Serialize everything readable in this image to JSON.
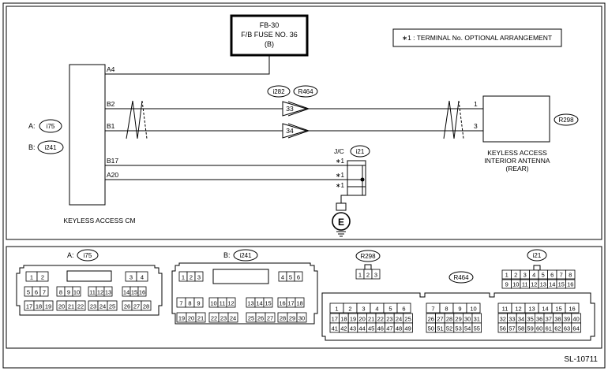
{
  "fuse": {
    "line1": "FB-30",
    "line2": "F/B FUSE NO. 36",
    "line3": "(B)"
  },
  "note": "∗1 : TERMINAL No. OPTIONAL ARRANGEMENT",
  "cm": {
    "label": "KEYLESS ACCESS CM",
    "conn_a_prefix": "A:",
    "conn_a": "i75",
    "conn_b_prefix": "B:",
    "conn_b": "i241",
    "pins": {
      "a4": "A4",
      "b2": "B2",
      "b1": "B1",
      "b17": "B17",
      "a20": "A20"
    }
  },
  "joint_connectors": {
    "i282": "i282",
    "r464": "R464",
    "pin33": "33",
    "pin34": "34"
  },
  "jc": {
    "label": "J/C",
    "conn": "i21",
    "star1": "∗1",
    "star2": "∗1",
    "star3": "∗1"
  },
  "ground": {
    "label": "E"
  },
  "antenna": {
    "line1": "KEYLESS ACCESS",
    "line2": "INTERIOR ANTENNA",
    "line3": "(REAR)",
    "conn": "R298",
    "pin1": "1",
    "pin3": "3"
  },
  "connectors": {
    "a_prefix": "A:",
    "a_name": "i75",
    "a_row1": [
      "1",
      "2",
      "3",
      "4"
    ],
    "a_row2": [
      "5",
      "6",
      "7",
      "8",
      "9",
      "10",
      "11",
      "12",
      "13",
      "14",
      "15",
      "16"
    ],
    "a_row3": [
      "17",
      "18",
      "19",
      "20",
      "21",
      "22",
      "23",
      "24",
      "25",
      "26",
      "27",
      "28"
    ],
    "b_prefix": "B:",
    "b_name": "i241",
    "b_row1": [
      "1",
      "2",
      "3",
      "4",
      "5",
      "6"
    ],
    "b_row2": [
      "7",
      "8",
      "9",
      "10",
      "11",
      "12",
      "13",
      "14",
      "15",
      "16",
      "17",
      "18"
    ],
    "b_row3": [
      "19",
      "20",
      "21",
      "22",
      "23",
      "24",
      "25",
      "26",
      "27",
      "28",
      "29",
      "30"
    ],
    "r298_name": "R298",
    "r298_pins": [
      "1",
      "2",
      "3"
    ],
    "r464_name": "R464",
    "r464_row1": [
      "1",
      "2",
      "3",
      "4",
      "5",
      "6",
      "7",
      "8",
      "9",
      "10",
      "11",
      "12",
      "13",
      "14",
      "15",
      "16"
    ],
    "r464_row2": [
      "17",
      "18",
      "19",
      "20",
      "21",
      "22",
      "23",
      "24",
      "25",
      "26",
      "27",
      "28",
      "29",
      "30",
      "31",
      "32",
      "33",
      "34",
      "35",
      "36",
      "37",
      "38",
      "39",
      "40"
    ],
    "r464_row3": [
      "41",
      "42",
      "43",
      "44",
      "45",
      "46",
      "47",
      "48",
      "49",
      "50",
      "51",
      "52",
      "53",
      "54",
      "55",
      "56",
      "57",
      "58",
      "59",
      "60",
      "61",
      "62",
      "63",
      "64"
    ],
    "i21_name": "i21",
    "i21_row1": [
      "1",
      "2",
      "3",
      "4",
      "5",
      "6",
      "7",
      "8"
    ],
    "i21_row2": [
      "9",
      "10",
      "11",
      "12",
      "13",
      "14",
      "15",
      "16"
    ]
  },
  "code": "SL-10711"
}
